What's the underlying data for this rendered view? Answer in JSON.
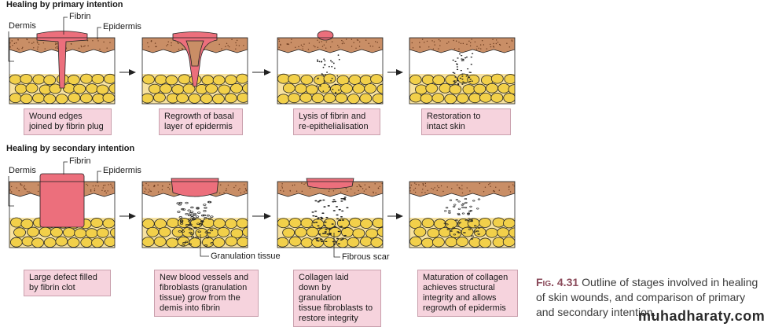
{
  "primary": {
    "title": "Healing by primary intention",
    "labels": {
      "dermis": "Dermis",
      "fibrin": "Fibrin",
      "epidermis": "Epidermis"
    },
    "captions": [
      [
        "Wound edges",
        "joined by fibrin plug"
      ],
      [
        "Regrowth of basal",
        "layer of epidermis"
      ],
      [
        "Lysis of fibrin and",
        "re-epithelialisation"
      ],
      [
        "Restoration to",
        "intact skin"
      ]
    ]
  },
  "secondary": {
    "title": "Healing by secondary intention",
    "labels": {
      "dermis": "Dermis",
      "fibrin": "Fibrin",
      "epidermis": "Epidermis",
      "granulation": "Granulation tissue",
      "scar": "Fibrous scar"
    },
    "captions": [
      [
        "Large defect filled",
        "by fibrin clot"
      ],
      [
        "New blood vessels and",
        "fibroblasts (granulation",
        "tissue) grow from the",
        "demis into fibrin"
      ],
      [
        "Collagen laid",
        "down by granulation",
        "tissue fibroblasts to",
        "restore integrity"
      ],
      [
        "Maturation of collagen",
        "achieves structural",
        "integrity and allows",
        "regrowth of epidermis"
      ]
    ]
  },
  "figure": {
    "number": "Fig. 4.31",
    "text": "Outline of stages involved in healing of skin wounds, and comparison of primary and secondary intention."
  },
  "watermark": "muhadharaty.com",
  "colors": {
    "epidermis": "#c98e66",
    "fat": "#f2d04a",
    "fibrin": "#ec6f7c",
    "caption_bg": "#f6d3dd",
    "outline": "#222222"
  }
}
